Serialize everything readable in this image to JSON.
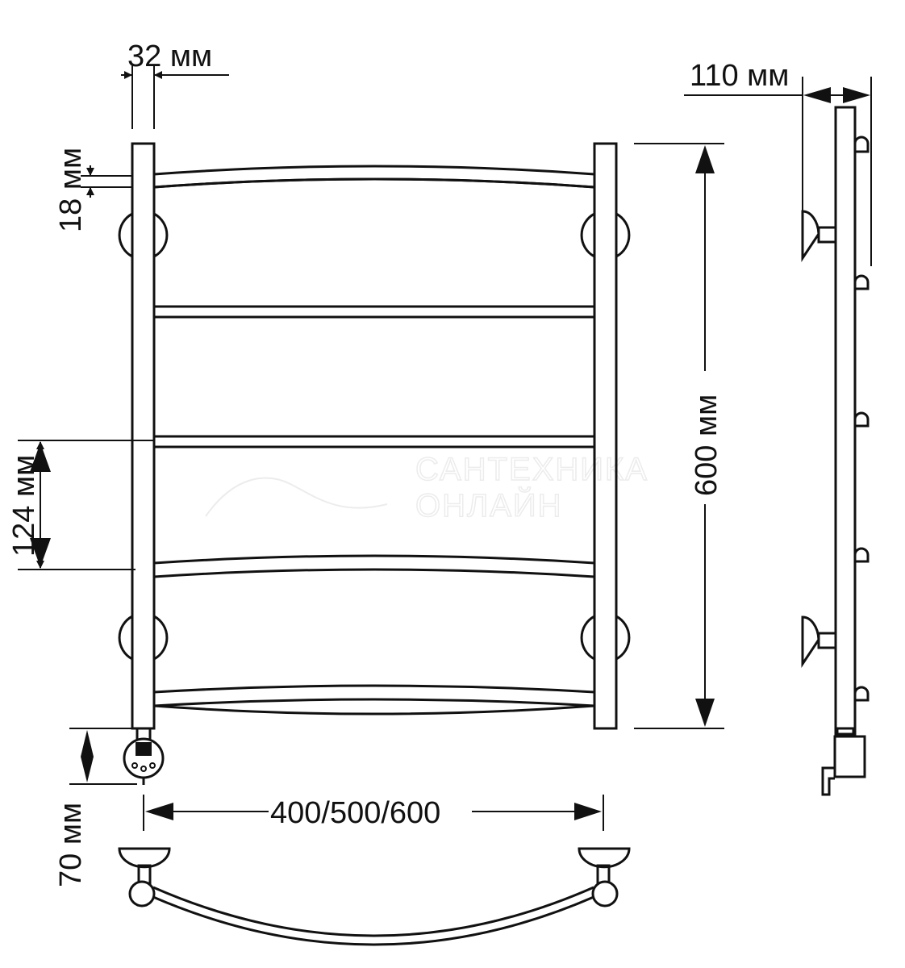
{
  "dimensions": {
    "pipe_width": "32 мм",
    "offset_top": "18 мм",
    "rung_spacing": "124 мм",
    "height": "600 мм",
    "depth": "110 мм",
    "heater_offset": "70 мм",
    "width_options": "400/500/600"
  },
  "watermark": {
    "line1": "САНТЕХНИКА",
    "line2": "ОНЛАЙН"
  }
}
